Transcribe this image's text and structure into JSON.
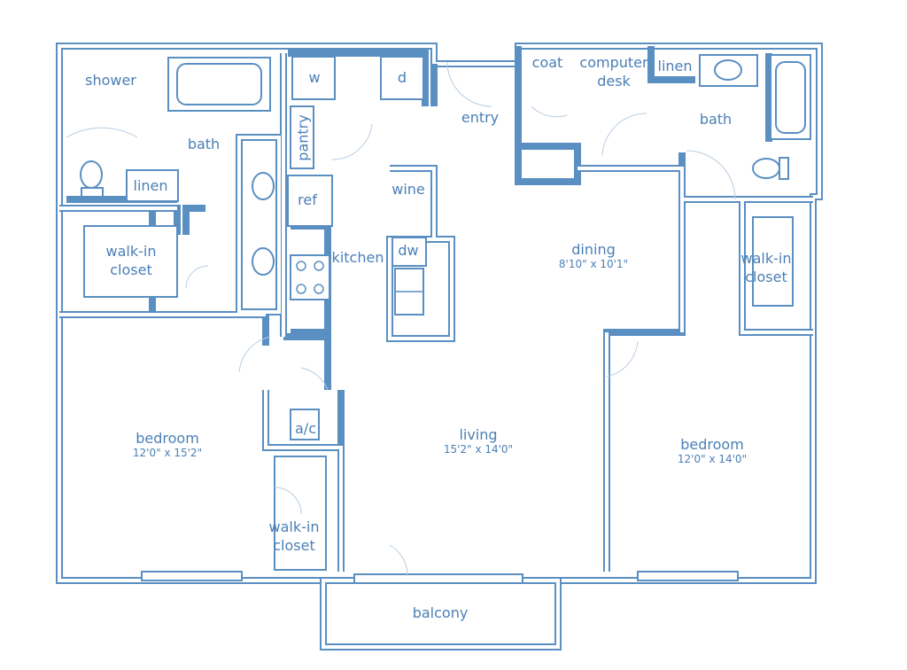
{
  "colors": {
    "wall": "#5a8fc2",
    "text": "#4a7fb5"
  },
  "rooms": {
    "shower": "shower",
    "bath_left": "bath",
    "linen_left": "linen",
    "walkin_left_top": "walk-in closet",
    "washer": "w",
    "dryer": "d",
    "pantry": "pantry",
    "ref": "ref",
    "kitchen": "kitchen",
    "wine": "wine",
    "dw": "dw",
    "entry": "entry",
    "coat": "coat",
    "computer_desk": "computer desk",
    "linen_right": "linen",
    "bath_right": "bath",
    "dining": "dining",
    "dining_dim": "8'10\" x 10'1\"",
    "walkin_right": "walk-in closet",
    "bedroom_left": "bedroom",
    "bedroom_left_dim": "12'0\" x 15'2\"",
    "ac": "a/c",
    "living": "living",
    "living_dim": "15'2\" x 14'0\"",
    "walkin_bottom": "walk-in closet",
    "bedroom_right": "bedroom",
    "bedroom_right_dim": "12'0\" x 14'0\"",
    "balcony": "balcony"
  }
}
